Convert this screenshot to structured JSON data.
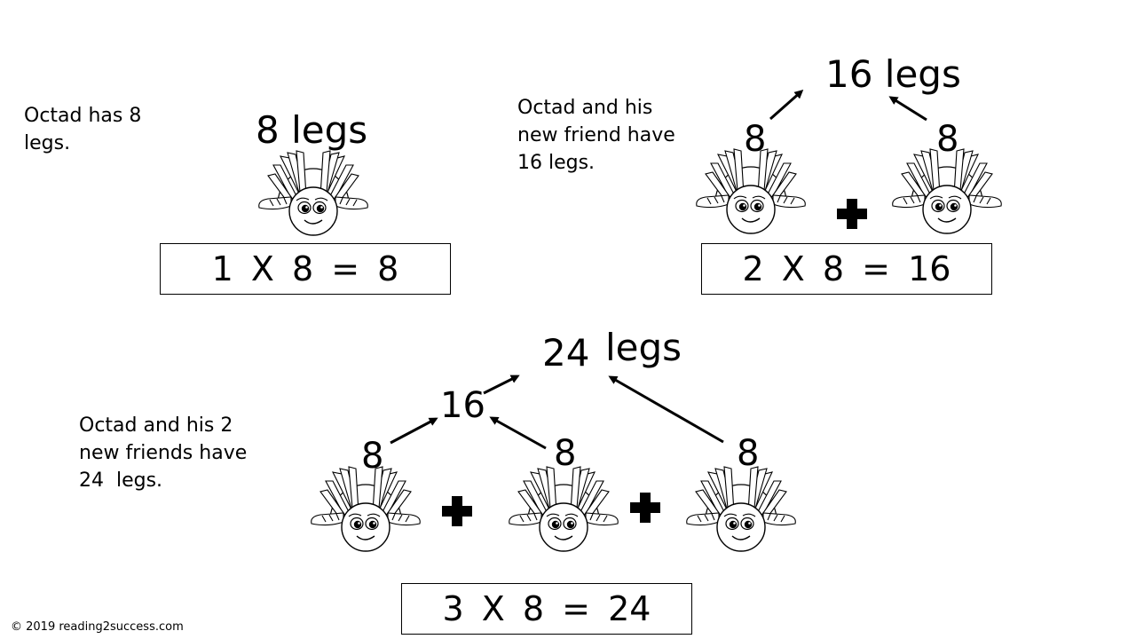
{
  "panel1": {
    "caption_lines": [
      "Octad has 8",
      "legs."
    ],
    "total_label": "8 legs",
    "equation": "1 X 8 = 8"
  },
  "panel2": {
    "caption_lines": [
      "Octad and his",
      "new friend have",
      "16 legs."
    ],
    "total_label": "16 legs",
    "addend_left": "8",
    "addend_right": "8",
    "equation": "2 X 8 = 16"
  },
  "panel3": {
    "caption_lines": [
      "Octad and his 2",
      "new friends have",
      "24  legs."
    ],
    "total_number": "24",
    "total_word": "legs",
    "partial_sum": "16",
    "addend_1": "8",
    "addend_2": "8",
    "addend_3": "8",
    "equation": "3 X 8 = 24"
  },
  "footer": {
    "copyright": "© 2019 reading2success.com"
  },
  "icons": {
    "character": "octad-character-icon",
    "plus": "plus-icon",
    "arrow": "arrow-icon"
  }
}
